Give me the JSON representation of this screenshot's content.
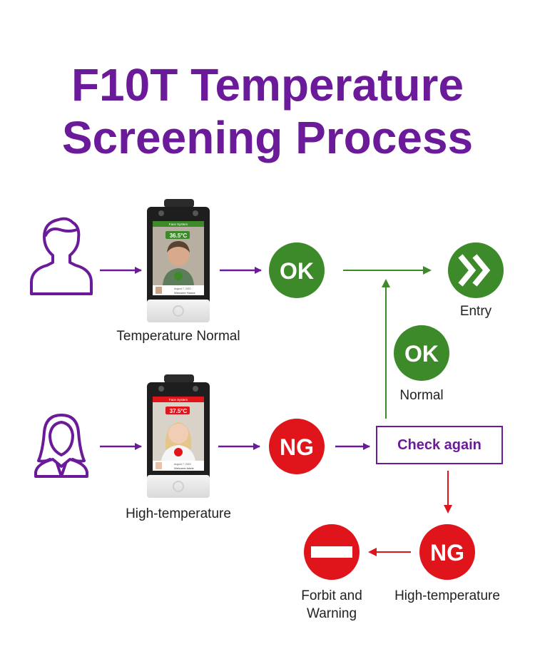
{
  "title_line1": "F10T Temperature",
  "title_line2": "Screening Process",
  "colors": {
    "purple": "#6b1a9a",
    "green": "#3d8a2a",
    "red": "#e0151b"
  },
  "flow_top": {
    "label": "Temperature Normal",
    "device": {
      "header": "Face System",
      "temperature": "36.5°C",
      "welcome": "Welcome Hanna",
      "date": "August 7, 2020"
    },
    "result": "OK"
  },
  "flow_bottom": {
    "label": "High-temperature",
    "device": {
      "header": "Face System",
      "temperature": "37.5°C",
      "welcome": "Welcome Adele",
      "date": "August 7, 2020"
    },
    "result": "NG"
  },
  "entry": {
    "label": "Entry",
    "icon": "double-chevron-right-icon"
  },
  "recheck_ok": {
    "badge": "OK",
    "label": "Normal"
  },
  "check_again": {
    "label": "Check again"
  },
  "recheck_ng": {
    "badge": "NG",
    "label": "High-temperature"
  },
  "forbid": {
    "label_line1": "Forbit and",
    "label_line2": "Warning",
    "icon": "no-entry-icon"
  }
}
